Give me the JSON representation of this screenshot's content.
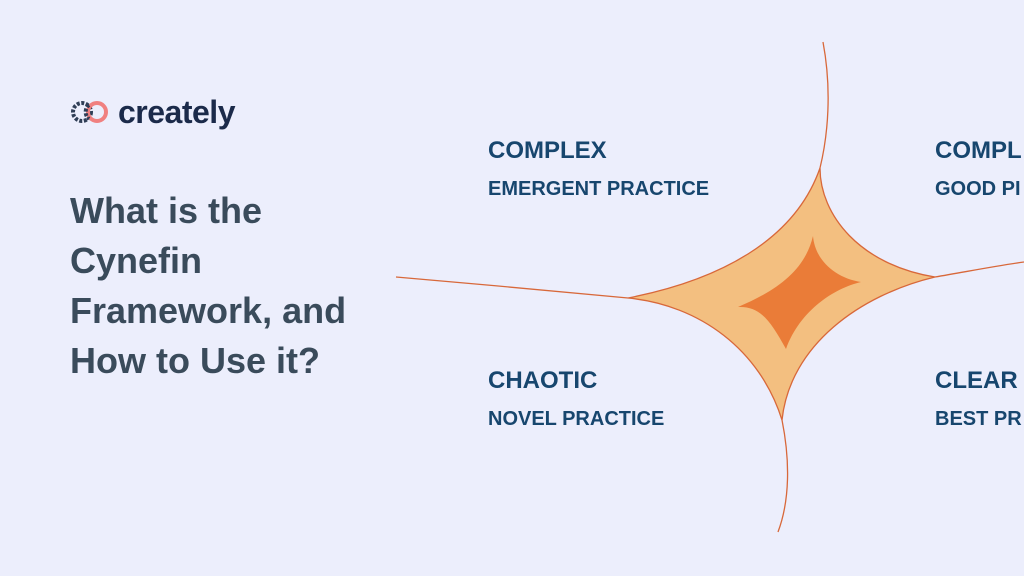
{
  "brand": {
    "name": "creately",
    "text_color": "#1b2a4a",
    "mark_colors": [
      "#2f3e56",
      "#f08080"
    ]
  },
  "headline": {
    "lines": [
      "What is the",
      "Cynefin",
      "Framework, and",
      "How to Use it?"
    ]
  },
  "domains": {
    "complex": {
      "name": "COMPLEX",
      "practice": "EMERGENT PRACTICE"
    },
    "complicated": {
      "name": "COMPL",
      "practice": "GOOD PI"
    },
    "chaotic": {
      "name": "CHAOTIC",
      "practice": "NOVEL PRACTICE"
    },
    "clear": {
      "name": "CLEAR",
      "practice": "BEST PR"
    }
  },
  "colors": {
    "background": "#eceefc",
    "label": "#17466e",
    "headline": "#3a4b5b",
    "outer_star": "#f3bf80",
    "inner_star": "#ea7c38",
    "divider": "#d8683a"
  }
}
